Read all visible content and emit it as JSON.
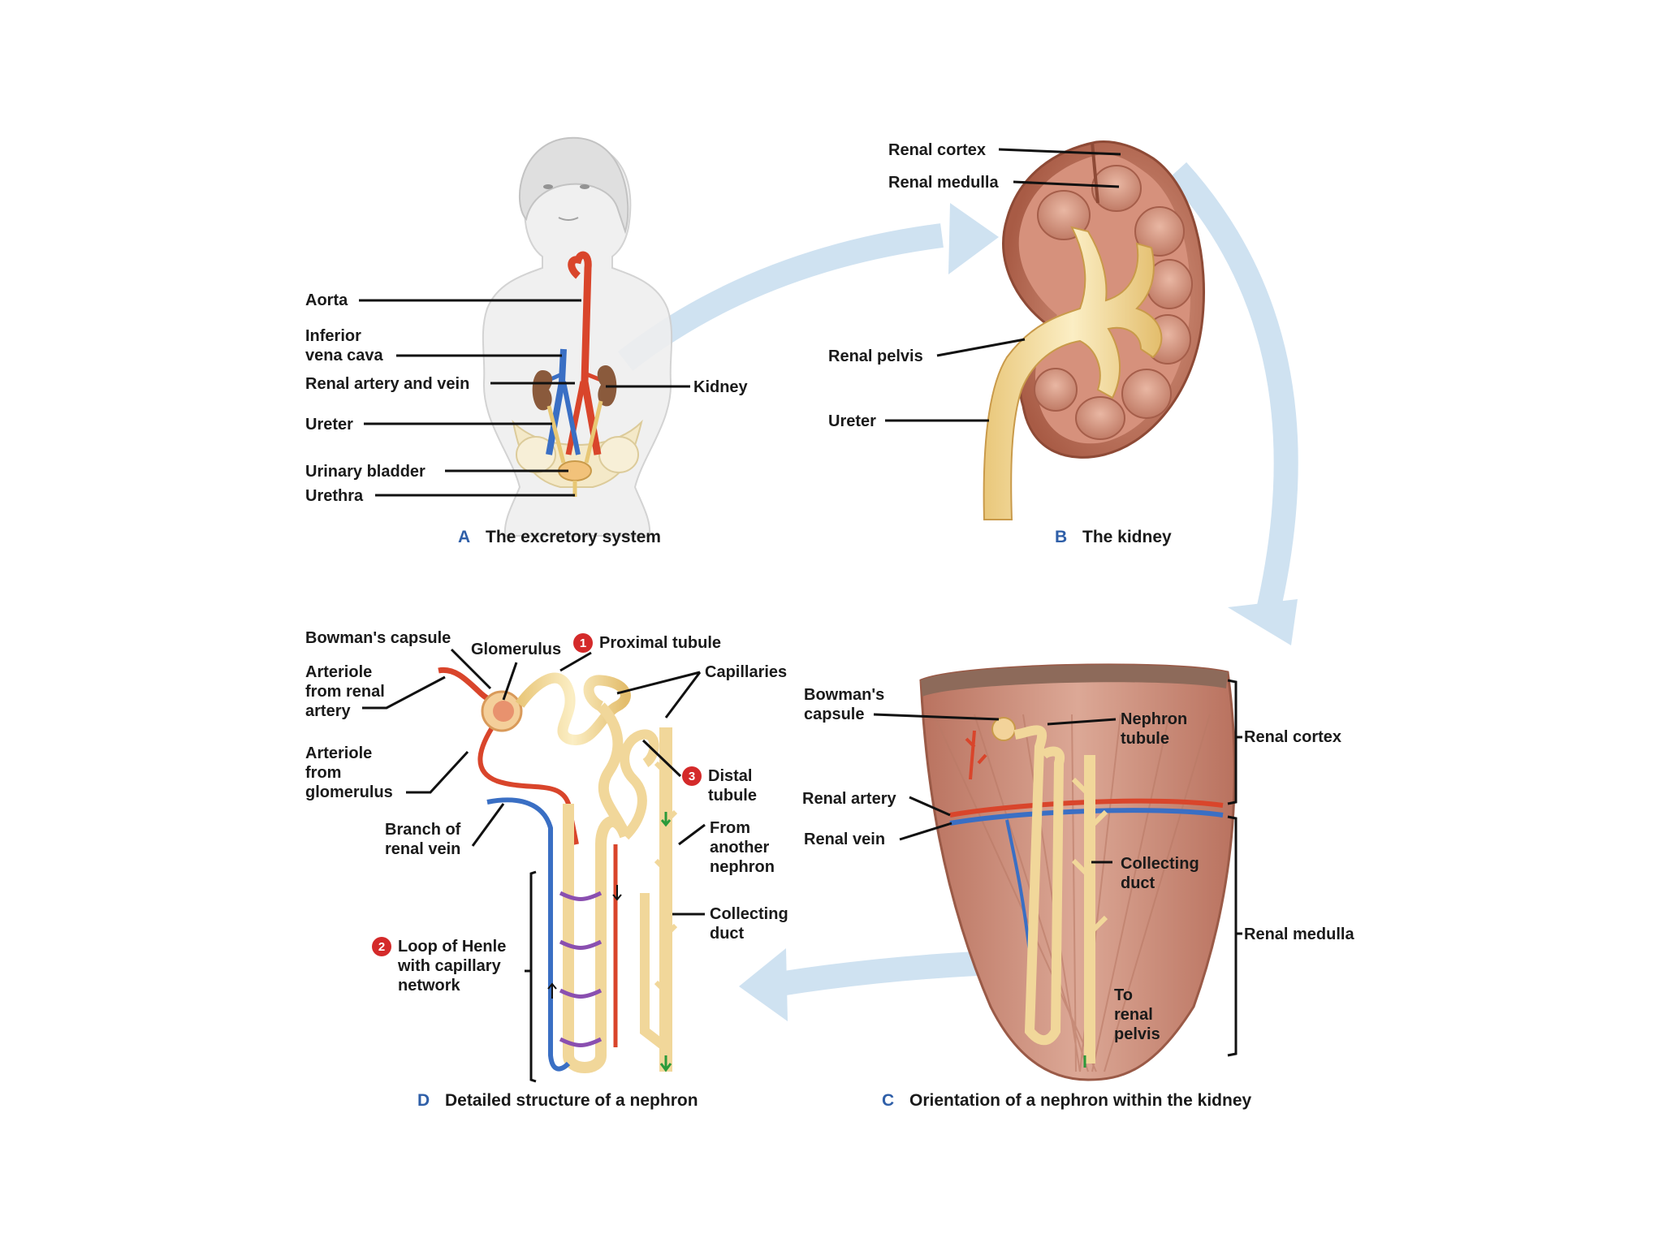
{
  "panel_a": {
    "letter": "A",
    "caption": "The excretory system",
    "labels": {
      "aorta": "Aorta",
      "ivc_1": "Inferior",
      "ivc_2": "vena cava",
      "renal_av": "Renal artery and vein",
      "ureter": "Ureter",
      "bladder": "Urinary bladder",
      "urethra": "Urethra",
      "kidney": "Kidney"
    }
  },
  "panel_b": {
    "letter": "B",
    "caption": "The kidney",
    "labels": {
      "cortex": "Renal cortex",
      "medulla": "Renal medulla",
      "pelvis": "Renal pelvis",
      "ureter": "Ureter"
    }
  },
  "panel_c": {
    "letter": "C",
    "caption": "Orientation of a nephron within the kidney",
    "labels": {
      "bowman_1": "Bowman's",
      "bowman_2": "capsule",
      "nephron_1": "Nephron",
      "nephron_2": "tubule",
      "renal_cortex": "Renal cortex",
      "renal_artery": "Renal artery",
      "renal_vein": "Renal vein",
      "collecting_1": "Collecting",
      "collecting_2": "duct",
      "renal_medulla": "Renal medulla",
      "to_1": "To",
      "to_2": "renal",
      "to_3": "pelvis"
    }
  },
  "panel_d": {
    "letter": "D",
    "caption": "Detailed structure of a nephron",
    "labels": {
      "bowman": "Bowman's capsule",
      "glomerulus": "Glomerulus",
      "step1_num": "1",
      "proximal": "Proximal tubule",
      "capillaries": "Capillaries",
      "arteriole_1": "Arteriole",
      "arteriole_2": "from renal",
      "arteriole_3": "artery",
      "arteriole_glom_1": "Arteriole",
      "arteriole_glom_2": "from",
      "arteriole_glom_3": "glomerulus",
      "step3_num": "3",
      "distal_1": "Distal",
      "distal_2": "tubule",
      "branch_1": "Branch of",
      "branch_2": "renal vein",
      "from_1": "From",
      "from_2": "another",
      "from_3": "nephron",
      "collecting_1": "Collecting",
      "collecting_2": "duct",
      "step2_num": "2",
      "loop_1": "Loop of Henle",
      "loop_2": "with capillary",
      "loop_3": "network"
    }
  },
  "colors": {
    "artery": "#d9452b",
    "vein": "#3a6fc4",
    "tubule": "#f1d79a",
    "kidney_tissue": "#c98a78",
    "flow_arrow": "#cfe2f1",
    "step_badge": "#d42a2a",
    "caption_letter": "#2f5fa8"
  }
}
